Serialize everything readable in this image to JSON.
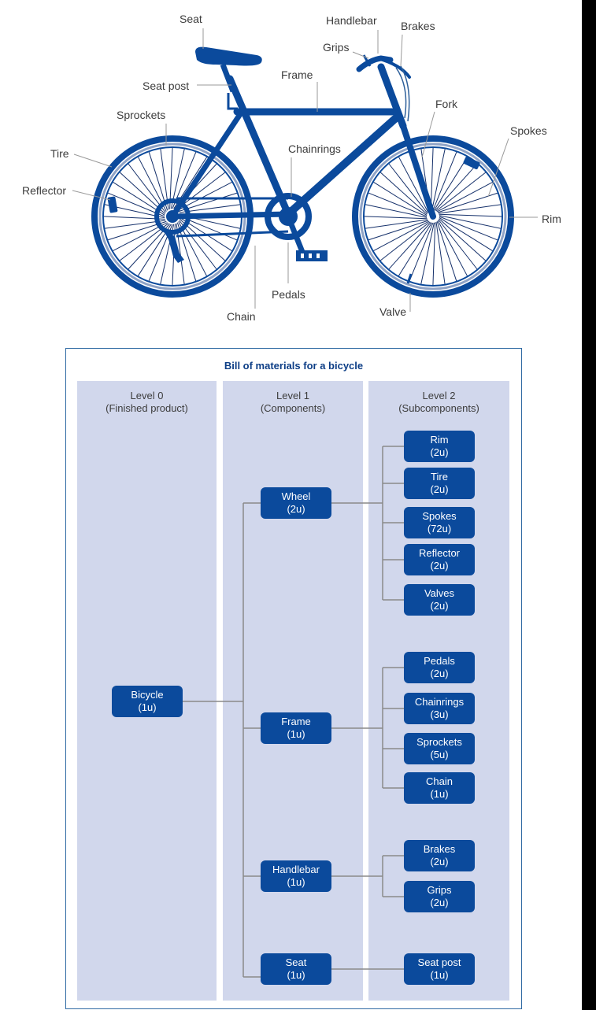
{
  "bicycle": {
    "labels": {
      "seat": "Seat",
      "handlebar": "Handlebar",
      "brakes": "Brakes",
      "grips": "Grips",
      "seat_post": "Seat post",
      "frame": "Frame",
      "fork": "Fork",
      "sprockets": "Sprockets",
      "spokes": "Spokes",
      "tire": "Tire",
      "chainrings": "Chainrings",
      "reflector": "Reflector",
      "rim": "Rim",
      "pedals": "Pedals",
      "chain": "Chain",
      "valve": "Valve"
    }
  },
  "bom": {
    "title": "Bill of materials for a bicycle",
    "levels": [
      {
        "name": "Level 0",
        "desc": "(Finished product)"
      },
      {
        "name": "Level 1",
        "desc": "(Components)"
      },
      {
        "name": "Level 2",
        "desc": "(Subcomponents)"
      }
    ],
    "root": {
      "name": "Bicycle",
      "qty": "(1u)"
    },
    "components": [
      {
        "name": "Wheel",
        "qty": "(2u)"
      },
      {
        "name": "Frame",
        "qty": "(1u)"
      },
      {
        "name": "Handlebar",
        "qty": "(1u)"
      },
      {
        "name": "Seat",
        "qty": "(1u)"
      }
    ],
    "subcomponents": [
      {
        "name": "Rim",
        "qty": "(2u)"
      },
      {
        "name": "Tire",
        "qty": "(2u)"
      },
      {
        "name": "Spokes",
        "qty": "(72u)"
      },
      {
        "name": "Reflector",
        "qty": "(2u)"
      },
      {
        "name": "Valves",
        "qty": "(2u)"
      },
      {
        "name": "Pedals",
        "qty": "(2u)"
      },
      {
        "name": "Chainrings",
        "qty": "(3u)"
      },
      {
        "name": "Sprockets",
        "qty": "(5u)"
      },
      {
        "name": "Chain",
        "qty": "(1u)"
      },
      {
        "name": "Brakes",
        "qty": "(2u)"
      },
      {
        "name": "Grips",
        "qty": "(2u)"
      },
      {
        "name": "Seat post",
        "qty": "(1u)"
      }
    ]
  },
  "colors": {
    "bike_blue": "#0b4a9c",
    "column_bg": "#d1d7ec",
    "title_blue": "#0d3e86",
    "connector_gray": "#8a8a8a"
  }
}
